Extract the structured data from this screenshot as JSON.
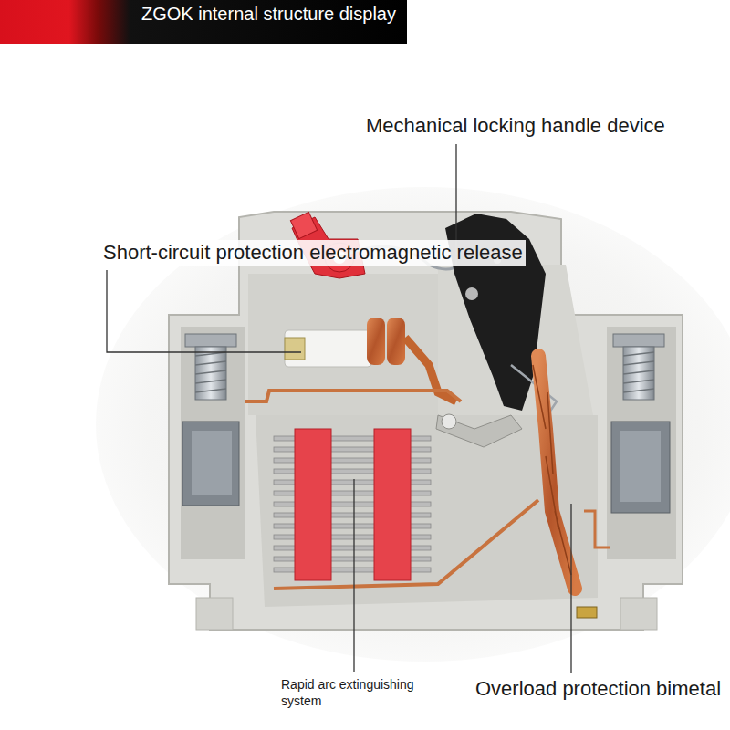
{
  "diagram": {
    "title": "ZGOK internal structure display",
    "labels": [
      "Mechanical locking handle device",
      "Short-circuit protection electromagnetic release",
      "Rapid arc extinguishing system",
      "Overload protection bimetal"
    ]
  }
}
